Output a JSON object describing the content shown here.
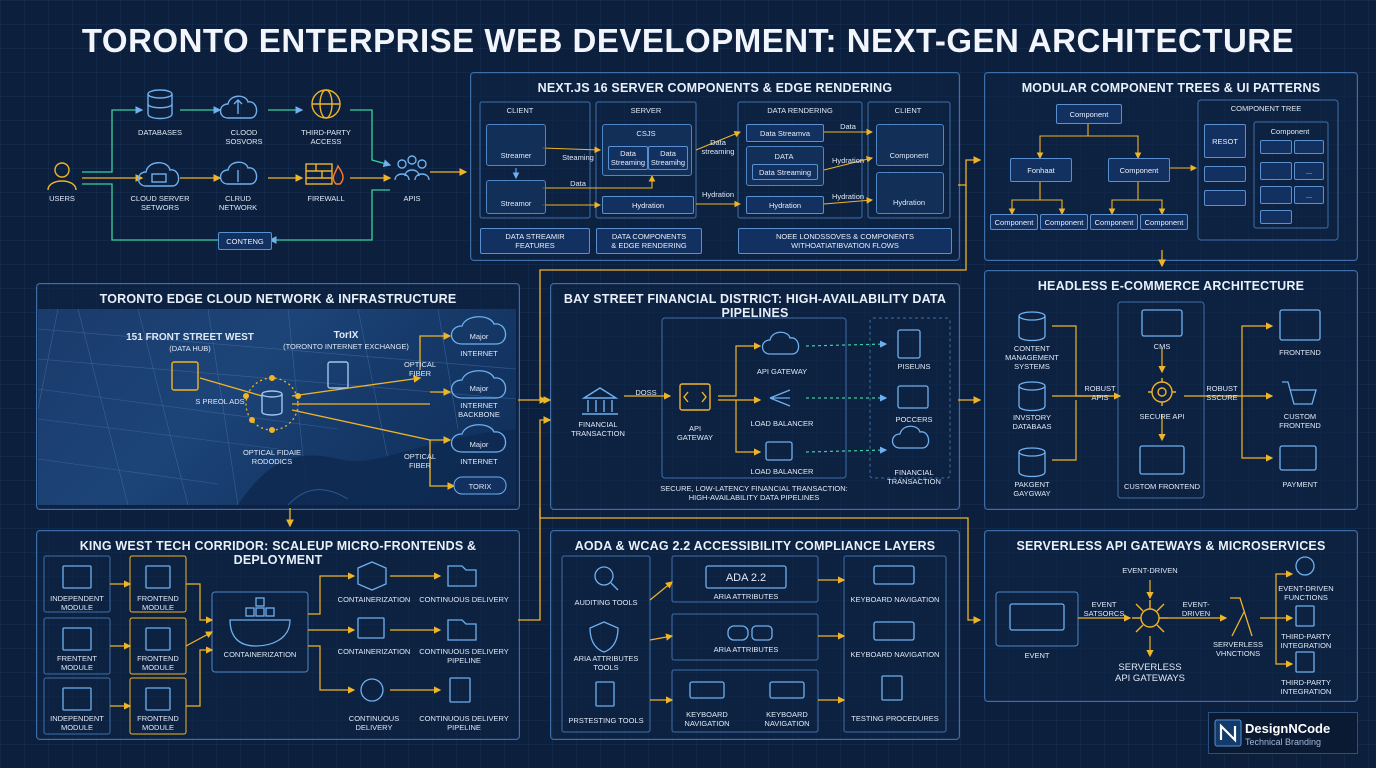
{
  "title": "TORONTO ENTERPRISE WEB DEVELOPMENT: NEXT-GEN ARCHITECTURE",
  "colors": {
    "accent": "#f0b428",
    "line": "#4f86c6",
    "icon": "#6fb0ee"
  },
  "top_flow": {
    "users": "USERS",
    "databases": "DATABASES",
    "cloud_servers": "CLOOD\nSOSVORS",
    "third_party": "THIRD-PARTY\nACCESS",
    "cloud_server_networks": "CLOUD SERVER\nSETWORS",
    "cloud_network": "CLRUD\nNETWORK",
    "firewall": "FIREWALL",
    "apis": "APIS",
    "content": "CONTENG"
  },
  "nextjs": {
    "title": "NEXT.JS 16 SERVER COMPONENTS & EDGE RENDERING",
    "client": "CLIENT",
    "server": "SERVER",
    "data_rendering": "DATA RENDERING",
    "client2": "CLIENT",
    "streamer": "Streamer",
    "streamer2": "Streamor",
    "streaming": "Steaming",
    "data": "Data",
    "csjs": "CSJS",
    "data_streaming_a": "Data\nStreaming",
    "data_streaming_b": "Data\nStreamihg",
    "hydration": "Hydration",
    "data_streaming_label": "Data\nstreaming",
    "data_streamva": "Data Streamva",
    "data_inner": "DATA",
    "data_streaming_inner": "Data Streaming",
    "hydration2": "Hydration",
    "hydration_label": "Hydration",
    "hydration_label2": "Hydration",
    "hydration_label3": "Hydration",
    "data_label": "Data",
    "component": "Component",
    "hydration3": "Hydration",
    "foot1": "DATA STREAMIR\nFEATURES",
    "foot2": "DATA COMPONENTS\n& EDGE RENDERING",
    "foot3": "NOEE LONDSSOVES & COMPONENTS\nWITHOATIATIBVATION FLOWS"
  },
  "modular": {
    "title": "MODULAR COMPONENT TREES & UI PATTERNS",
    "component_root": "Component",
    "fonhaat": "Fonhaat",
    "component_mid": "Component",
    "leaf": "Component",
    "tree_title": "COMPONENT TREE",
    "resot": "RESOT",
    "tree_component": "Component",
    "dots": "..."
  },
  "edge": {
    "title": "TORONTO EDGE CLOUD NETWORK & INFRASTRUCTURE",
    "front_street": "151 FRONT STREET WEST",
    "data_hub": "(DATA HUB)",
    "torix": "TorIX",
    "torix_sub": "(TORONTO INTERNET EXCHANGE)",
    "major": "Major",
    "internet": "INTERNET",
    "internet_backbone": "INTERNET\nBACKBONE",
    "optical_fiber": "OPTICAL\nFIBER",
    "optical_fiber2": "OPTICAL\nFIBER",
    "optical_nodes": "OPTICAL FIDAIE\nRODODICS",
    "s_preol": "S PREOL ADS",
    "torix_box": "TORIX"
  },
  "bay": {
    "title": "BAY STREET FINANCIAL DISTRICT: HIGH-AVAILABILITY DATA PIPELINES",
    "financial_transaction": "FINANCIAL\nTRANSACTION",
    "doss": "DOSS",
    "api_gateway": "API\nGATEWAY",
    "api_gateway_top": "API GATEWAY",
    "load_balancer": "LOAD BALANCER",
    "load_balancer2": "LOAD BALANCER",
    "pipelines": "PISEUNS",
    "poccers": "POCCERS",
    "financial_transaction2": "FINANCIAL\nTRANSACTION",
    "foot": "SECURE, LOW-LATENCY FINANCIAL TRANSACTION:\nHIGH-AVAILABILITY DATA PIPELINES"
  },
  "headless": {
    "title": "HEADLESS E-COMMERCE ARCHITECTURE",
    "cms_left": "CONTENT\nMANAGEMENT\nSYSTEMS",
    "inventory": "INVSTORY\nDATABAAS",
    "payment_gateway": "PAKGENT\nGAYGWAY",
    "robust_apis": "ROBUST\nAPIS",
    "cms": "CMS",
    "secure_api": "SECURE API",
    "custom_frontend": "CUSTOM FRONTEND",
    "robust_secure": "ROBUST\nSSCURE",
    "frontend": "FRONTEND",
    "custom_frontend2": "CUSTOM\nFRONTEND",
    "payment": "PAYMENT"
  },
  "king": {
    "title": "KING WEST TECH CORRIDOR: SCALEUP MICRO-FRONTENDS & DEPLOYMENT",
    "independent_module": "INDEPENDENT\nMODULE",
    "frontend_module": "FRONTEND\nMODULE",
    "frentent_module": "FRENTENT\nMODULE",
    "frontend_module2": "FRONTEND\nMODULE",
    "independent_module2": "INDEPENDENT\nMODULE",
    "frontend_module3": "FRONTEND\nMODULE",
    "containerization_center": "CONTAINERIZATION",
    "containerization": "CONTAINERIZATION",
    "containerization2": "CONTAINERIZATION",
    "continuous_delivery": "CONTINUOUS DELIVERY",
    "continuous_delivery_pipeline": "CONTINUOUS DELIVERY\nPIPELINE",
    "continuous_delivery2": "CONTINUOUS\nDELIVERY",
    "continuous_delivery_pipeline2": "CONTINUOUS DELIVERY\nPIPELINE"
  },
  "aoda": {
    "title": "AODA & WCAG 2.2 ACCESSIBILITY COMPLIANCE LAYERS",
    "auditing_tools": "AUDITING TOOLS",
    "aria_tools": "ARIA ATTRIBUTES\nTOOLS",
    "prstesting": "PRSTESTING TOOLS",
    "ada": "ADA 2.2",
    "aria_attributes": "ARIA ATTRIBUTES",
    "aria_attributes2": "ARIA ATTRIBUTES",
    "keyboard_nav_a": "KEYBOARD\nNAVIGATION",
    "keyboard_nav_b": "KEYBOARD\nNAVIGATION",
    "keyboard_nav_c": "KEYBOARD NAVIGATION",
    "keyboard_nav_d": "KEYBOARD NAVIGATION",
    "testing_procedures": "TESTING PROCEDURES"
  },
  "serverless": {
    "title": "SERVERLESS API GATEWAYS & MICROSERVICES",
    "event": "EVENT",
    "event_sensors": "EVENT\nSATSORCS",
    "event_driven": "EVENT-DRIVEN",
    "event_driven2": "EVENT-\nDRIVEN",
    "gateways": "SERVERLESS\nAPI GATEWAYS",
    "serverless_functions": "SERVERLESS\nVHNCTIONS",
    "event_functions": "EVENT-DRIVEN\nFUNCTIONS",
    "third_party": "THIRD-PARTY\nINTEGRATION",
    "third_party2": "THIRD-PARTY\nINTEGRATION"
  },
  "brand": {
    "name": "DesignNCode",
    "tagline": "Technical Branding"
  }
}
